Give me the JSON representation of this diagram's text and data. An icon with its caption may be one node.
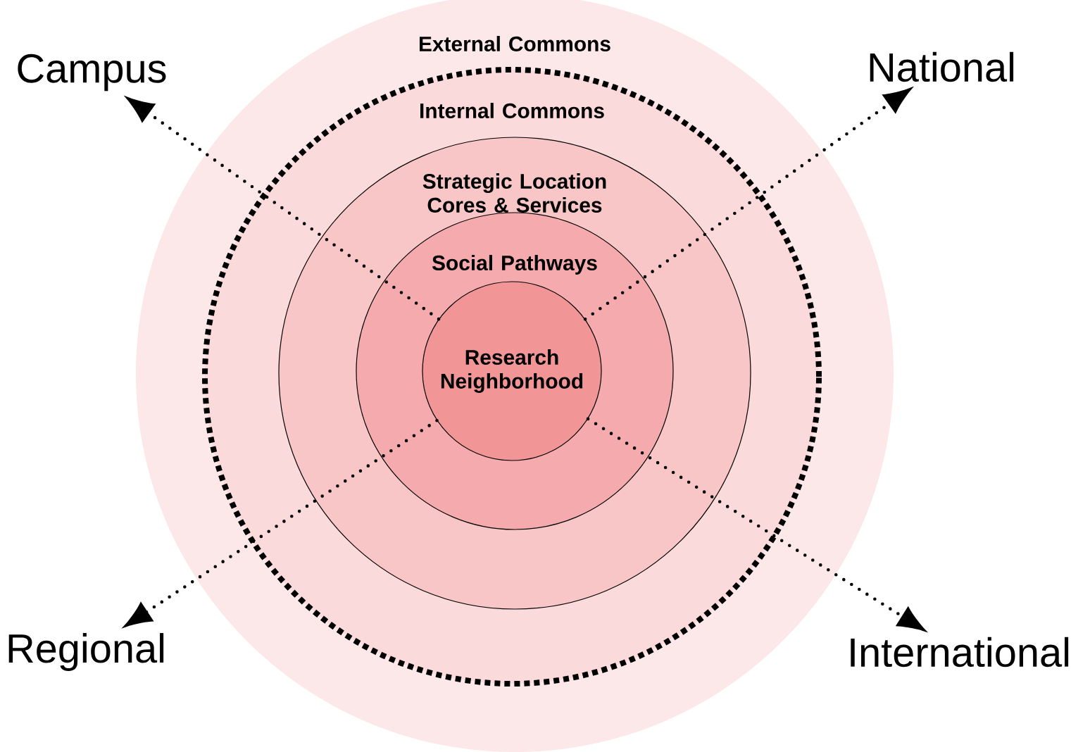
{
  "diagram": {
    "nodes": [
      {
        "text": [
          "External Commons"
        ]
      },
      {
        "text": [
          "Internal Commons"
        ],
        "in": 0
      },
      {
        "text": [
          "Strategic Location Cores & Services"
        ],
        "in": 1
      },
      {
        "text": [
          "Social Pathways"
        ],
        "in": 2
      },
      {
        "text": [
          "Research Neighborhood"
        ],
        "in": 3
      },
      {
        "text": [
          "Campus"
        ]
      },
      {
        "text": [
          "National"
        ]
      },
      {
        "text": [
          "Regional"
        ]
      },
      {
        "text": [
          "International"
        ]
      }
    ],
    "edges": [
      {
        "from": 4,
        "to": 5,
        "arrow": "to"
      },
      {
        "from": 4,
        "to": 6,
        "arrow": "to"
      },
      {
        "from": 4,
        "to": 7,
        "arrow": "to"
      },
      {
        "from": 4,
        "to": 8,
        "arrow": "to"
      }
    ]
  }
}
